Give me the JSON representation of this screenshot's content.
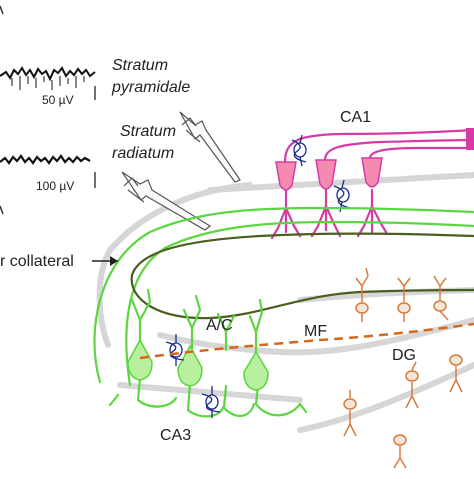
{
  "diagram": {
    "recordings": [
      {
        "scale_label": "50 µV"
      },
      {
        "scale_label": "100 µV"
      }
    ],
    "electrode_labels": [
      {
        "line1": "Stratum",
        "line2": "pyramidale"
      },
      {
        "line1": "Stratum",
        "line2": "radiatum"
      }
    ],
    "region_labels": {
      "ca1": "CA1",
      "ca3": "CA3",
      "ac": "A/C",
      "mf": "MF",
      "dg": "DG"
    },
    "pathway_label": "r collateral",
    "colors": {
      "ca1": "#d63aa8",
      "ca1_fill": "#f48ab0",
      "ca3": "#5cd640",
      "ca3_fill": "#b8f0a0",
      "schaffer": "#4a5e1e",
      "mf": "#d2691e",
      "dg": "#d77a3c",
      "interneuron": "#1a2a8a",
      "layer": "#d0d0d0",
      "text": "#222222"
    }
  }
}
